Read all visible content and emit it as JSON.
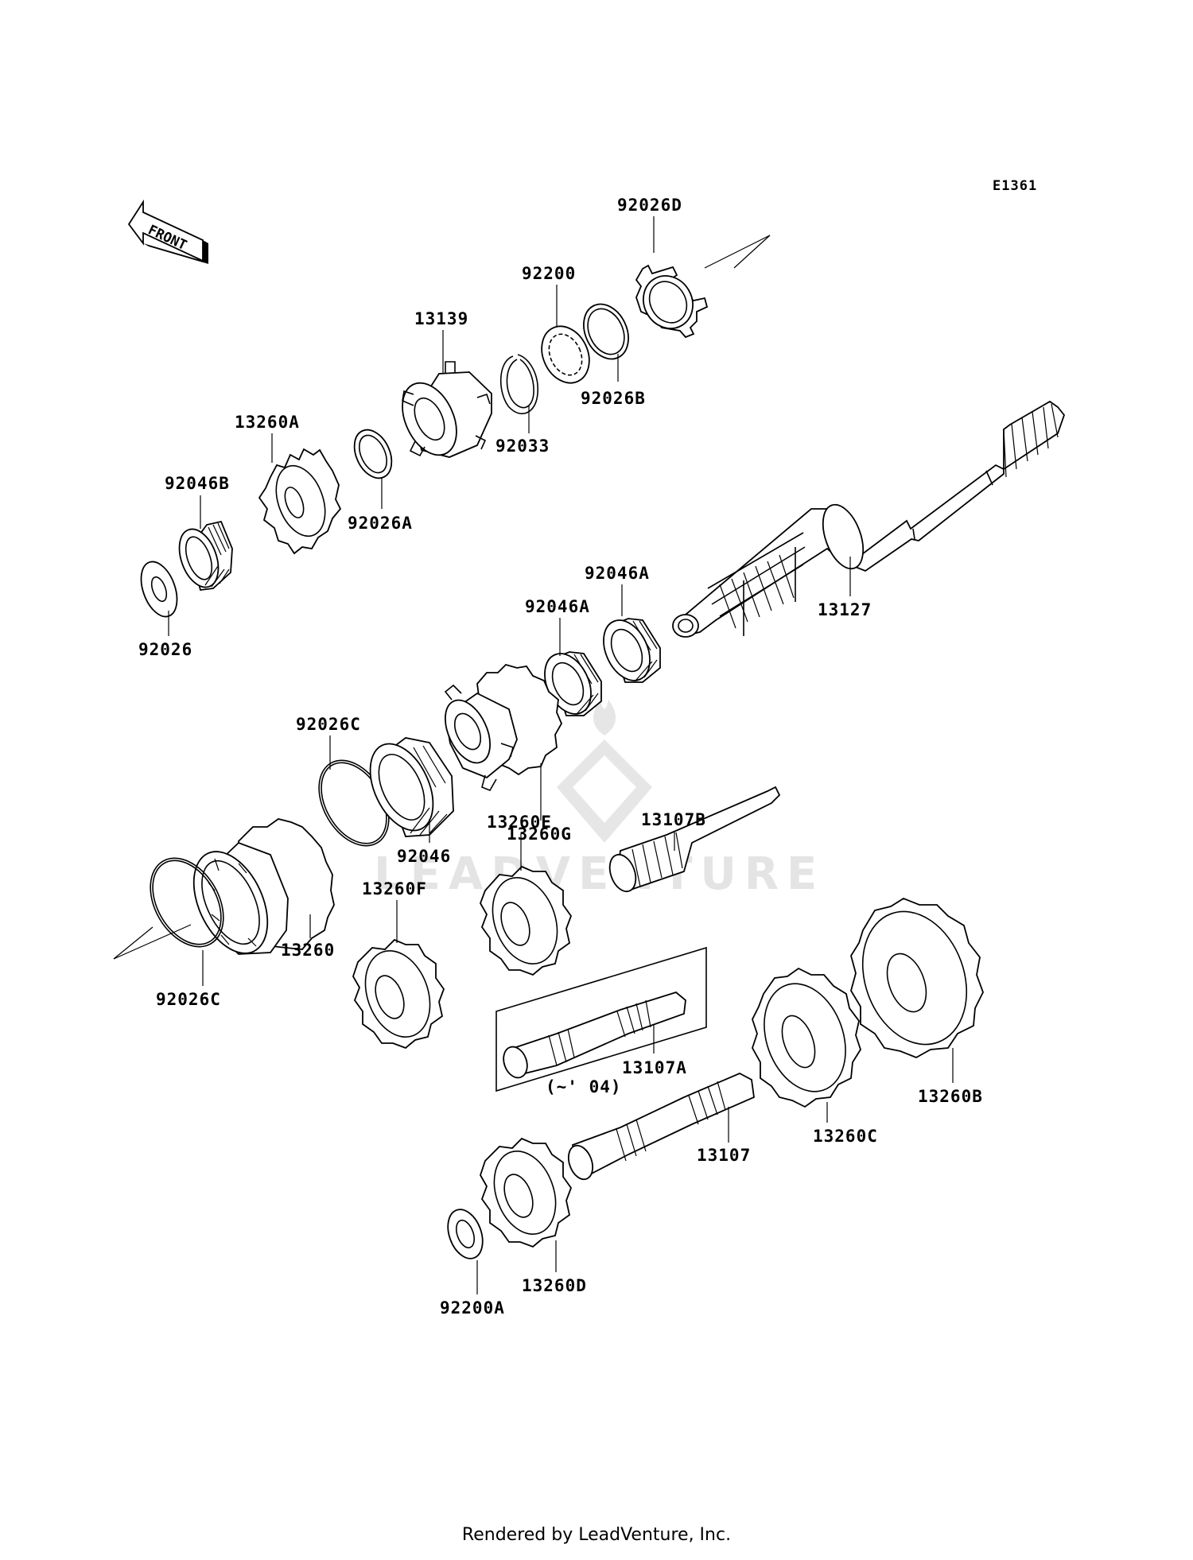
{
  "figure_code": "E1361",
  "front_label": "FRONT",
  "footer": "Rendered by LeadVenture, Inc.",
  "watermark": "LEADVENTURE",
  "inset_note": "(~' 04)",
  "parts": [
    {
      "id": "92026D",
      "name": "part-label-92026d"
    },
    {
      "id": "92200",
      "name": "part-label-92200"
    },
    {
      "id": "13139",
      "name": "part-label-13139"
    },
    {
      "id": "92026B",
      "name": "part-label-92026b"
    },
    {
      "id": "92033",
      "name": "part-label-92033"
    },
    {
      "id": "13260A",
      "name": "part-label-13260a"
    },
    {
      "id": "92046B",
      "name": "part-label-92046b"
    },
    {
      "id": "92026A",
      "name": "part-label-92026a"
    },
    {
      "id": "92026",
      "name": "part-label-92026"
    },
    {
      "id": "92046A",
      "name": "part-label-92046a-upper"
    },
    {
      "id": "92046A",
      "name": "part-label-92046a-lower"
    },
    {
      "id": "13127",
      "name": "part-label-13127"
    },
    {
      "id": "92026C",
      "name": "part-label-92026c-upper"
    },
    {
      "id": "13260G",
      "name": "part-label-13260g"
    },
    {
      "id": "13107B",
      "name": "part-label-13107b"
    },
    {
      "id": "92046",
      "name": "part-label-92046"
    },
    {
      "id": "13260E",
      "name": "part-label-13260e"
    },
    {
      "id": "13260F",
      "name": "part-label-13260f"
    },
    {
      "id": "13260",
      "name": "part-label-13260"
    },
    {
      "id": "92026C",
      "name": "part-label-92026c-lower"
    },
    {
      "id": "13107A",
      "name": "part-label-13107a"
    },
    {
      "id": "13260B",
      "name": "part-label-13260b"
    },
    {
      "id": "13260C",
      "name": "part-label-13260c"
    },
    {
      "id": "13107",
      "name": "part-label-13107"
    },
    {
      "id": "92200A",
      "name": "part-label-92200a"
    },
    {
      "id": "13260D",
      "name": "part-label-13260d"
    }
  ]
}
